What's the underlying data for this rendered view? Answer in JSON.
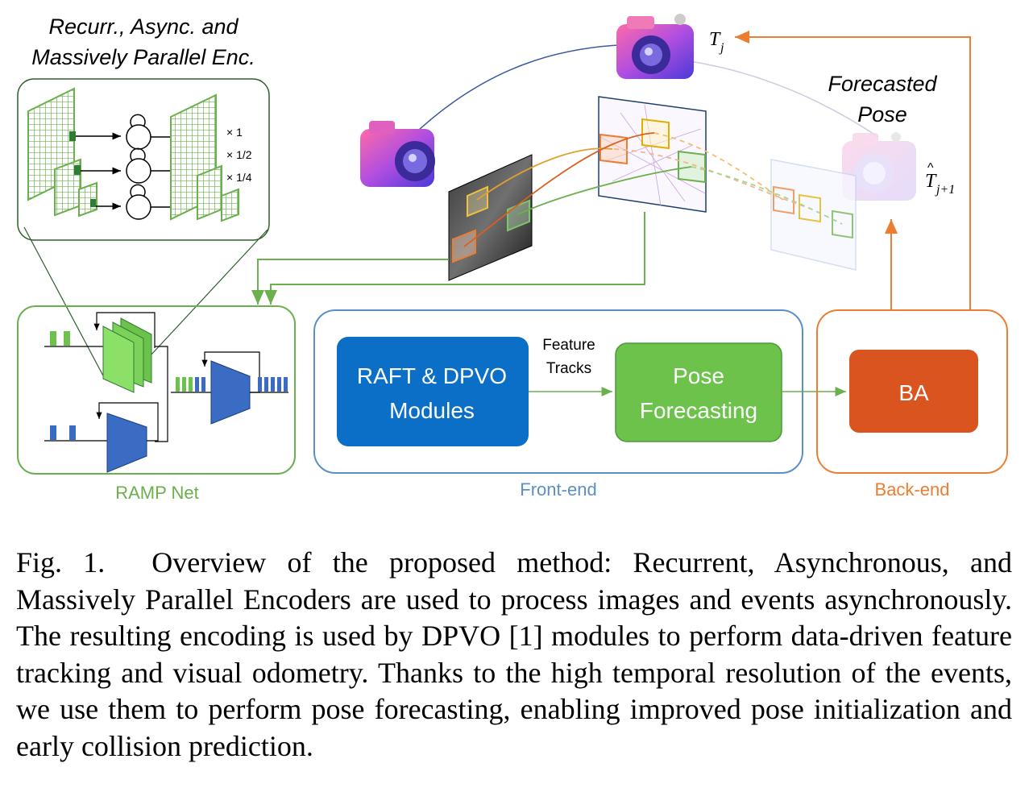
{
  "encoder_callout": {
    "title_line1": "Recurr., Async. and",
    "title_line2": "Massively Parallel Enc.",
    "scales": [
      "× 1",
      "× 1/2",
      "× 1/4"
    ]
  },
  "pose_labels": {
    "current_pose": "T",
    "current_pose_sub": "j",
    "forecast_title_line1": "Forecasted",
    "forecast_title_line2": "Pose",
    "forecast_pose": "T",
    "forecast_pose_sub": "j+1"
  },
  "blocks": {
    "ramp_net": "RAMP Net",
    "raft_dpvo_line1": "RAFT & DPVO",
    "raft_dpvo_line2": "Modules",
    "feature_tracks_line1": "Feature",
    "feature_tracks_line2": "Tracks",
    "pose_forecasting_line1": "Pose",
    "pose_forecasting_line2": "Forecasting",
    "ba": "BA",
    "front_end": "Front-end",
    "back_end": "Back-end"
  },
  "colors": {
    "green": "#6ab04c",
    "green_fill": "#6cc24a",
    "blue_frame": "#5b8fc9",
    "blue_block": "#0b6fc7",
    "orange": "#ed7d31",
    "ba_fill": "#d9541e",
    "encoder_blue": "#3a6cc4"
  },
  "caption": {
    "label": "Fig. 1.",
    "text": "Overview of the proposed method: Recurrent, Asynchronous, and Massively Parallel Encoders are used to process images and events asynchronously. The resulting encoding is used by DPVO [1] modules to perform data-driven feature tracking and visual odometry. Thanks to the high temporal resolution of the events, we use them to perform pose forecasting, enabling improved pose initialization and early collision prediction."
  }
}
